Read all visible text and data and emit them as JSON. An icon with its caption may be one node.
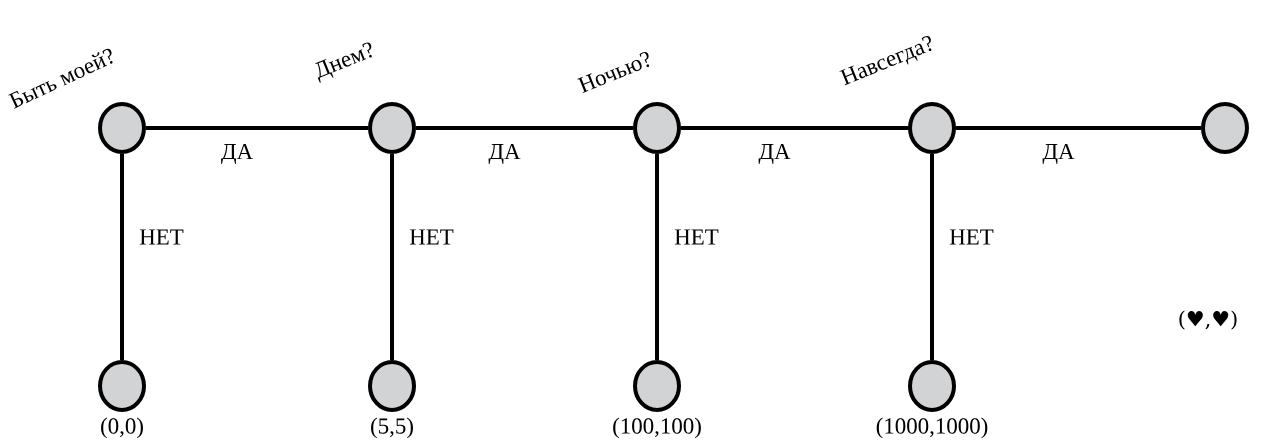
{
  "diagram": {
    "nodes": [
      {
        "text": [],
        "shape": "circle",
        "beside": [
          "Быть моей?"
        ]
      },
      {
        "text": [],
        "shape": "circle",
        "beside": [
          "Днем?"
        ]
      },
      {
        "text": [],
        "shape": "circle",
        "beside": [
          "Ночью?"
        ]
      },
      {
        "text": [],
        "shape": "circle",
        "beside": [
          "Навсегда?"
        ]
      },
      {
        "text": [],
        "shape": "circle"
      },
      {
        "text": [],
        "shape": "circle",
        "beside": [
          "(0,0)"
        ]
      },
      {
        "text": [],
        "shape": "circle",
        "beside": [
          "(5,5)"
        ]
      },
      {
        "text": [],
        "shape": "circle",
        "beside": [
          "(100,100)"
        ]
      },
      {
        "text": [],
        "shape": "circle",
        "beside": [
          "(1000,1000)"
        ]
      }
    ],
    "edges": [
      {
        "from": 0,
        "to": 1,
        "arrow": "none",
        "label": "ДА"
      },
      {
        "from": 1,
        "to": 2,
        "arrow": "none",
        "label": "ДА"
      },
      {
        "from": 2,
        "to": 3,
        "arrow": "none",
        "label": "ДА"
      },
      {
        "from": 3,
        "to": 4,
        "arrow": "none",
        "label": "ДА"
      },
      {
        "from": 0,
        "to": 5,
        "arrow": "none",
        "label": "НЕТ"
      },
      {
        "from": 1,
        "to": 6,
        "arrow": "none",
        "label": "НЕТ"
      },
      {
        "from": 2,
        "to": 7,
        "arrow": "none",
        "label": "НЕТ"
      },
      {
        "from": 3,
        "to": 8,
        "arrow": "none",
        "label": "НЕТ"
      }
    ],
    "labels": [
      "(♥,♥)"
    ]
  }
}
